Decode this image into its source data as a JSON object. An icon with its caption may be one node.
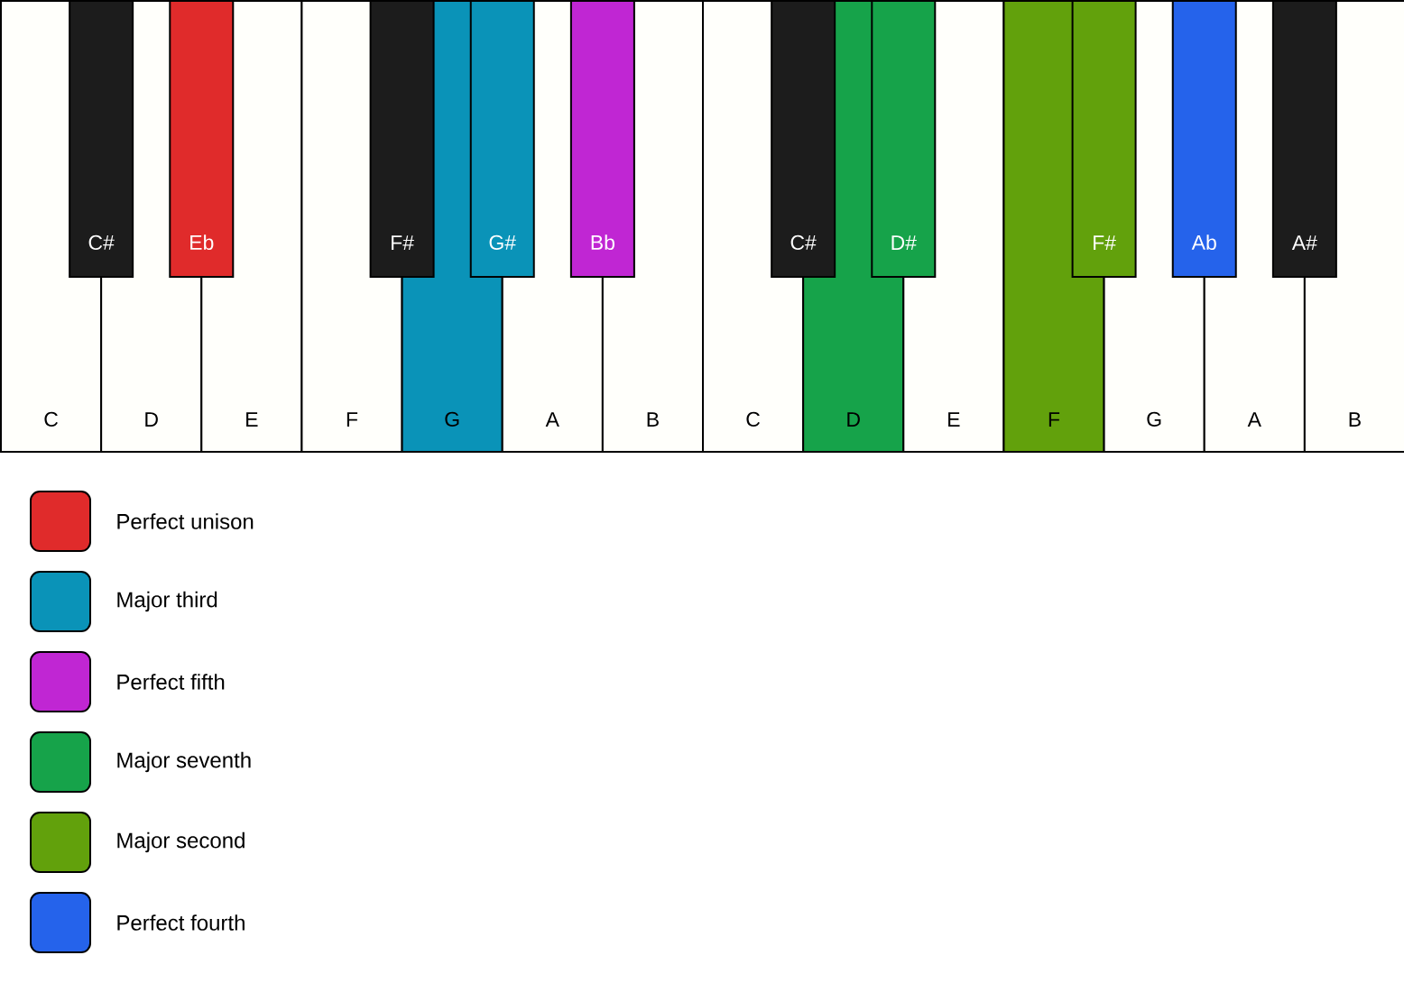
{
  "diagram": {
    "nodes": [
      {
        "text": [
          "C"
        ]
      },
      {
        "text": [
          "D"
        ]
      },
      {
        "text": [
          "E"
        ]
      },
      {
        "text": [
          "F"
        ]
      },
      {
        "text": [
          "G"
        ]
      },
      {
        "text": [
          "A"
        ]
      },
      {
        "text": [
          "B"
        ]
      },
      {
        "text": [
          "C"
        ]
      },
      {
        "text": [
          "D"
        ]
      },
      {
        "text": [
          "E"
        ]
      },
      {
        "text": [
          "F"
        ]
      },
      {
        "text": [
          "G"
        ]
      },
      {
        "text": [
          "A"
        ]
      },
      {
        "text": [
          "B"
        ]
      },
      {
        "text": [
          "C#"
        ]
      },
      {
        "text": [
          "Eb"
        ]
      },
      {
        "text": [
          "F#"
        ]
      },
      {
        "text": [
          "G#"
        ]
      },
      {
        "text": [
          "Bb"
        ]
      },
      {
        "text": [
          "C#"
        ]
      },
      {
        "text": [
          "D#"
        ]
      },
      {
        "text": [
          "F#"
        ]
      },
      {
        "text": [
          "Ab"
        ]
      },
      {
        "text": [
          "A#"
        ]
      }
    ],
    "legend": [
      {
        "text": "Perfect unison",
        "color": "#e02b2b"
      },
      {
        "text": "Major third",
        "color": "#0a93b8"
      },
      {
        "text": "Perfect fifth",
        "color": "#c026d3"
      },
      {
        "text": "Major seventh",
        "color": "#16a34a"
      },
      {
        "text": "Major second",
        "color": "#62a10c"
      },
      {
        "text": "Perfect fourth",
        "color": "#2563eb"
      }
    ]
  }
}
